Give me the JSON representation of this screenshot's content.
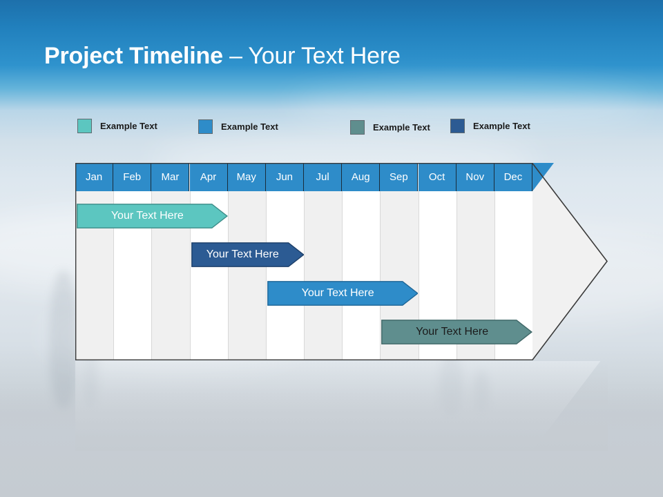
{
  "slide": {
    "title_strong": "Project Timeline",
    "title_separator": " – ",
    "title_light": "Your Text Here",
    "background": {
      "sky_top_color": "#1d70ab",
      "sky_mid_color": "#dde7ef",
      "ground_color": "#c5cbd1"
    }
  },
  "legend": {
    "items": [
      {
        "label": "Example Text",
        "color": "#5cc6c0",
        "swatch_name": "legend-swatch-teal"
      },
      {
        "label": "Example Text",
        "color": "#2e8cc9",
        "swatch_name": "legend-swatch-blue"
      },
      {
        "label": "Example Text",
        "color": "#5f8e8e",
        "swatch_name": "legend-swatch-grey-teal"
      },
      {
        "label": "Example Text",
        "color": "#2c5b93",
        "swatch_name": "legend-swatch-navy"
      }
    ]
  },
  "timeline": {
    "header_color": "#2e8cc9",
    "header_text_color": "#ffffff",
    "body_color_odd": "#f0f0f0",
    "body_color_even": "#ffffff",
    "arrow_fill": "#f1f1f1",
    "arrow_stroke": "#3a3a3a",
    "months": [
      "Jan",
      "Feb",
      "Mar",
      "Apr",
      "May",
      "Jun",
      "Jul",
      "Aug",
      "Sep",
      "Oct",
      "Nov",
      "Dec"
    ],
    "bars": [
      {
        "label": "Your  Text Here",
        "start_month": "Jan",
        "end_month": "Apr",
        "color": "#5cc6c0",
        "stroke": "#3d8c88",
        "text_color": "#ffffff",
        "row": 1
      },
      {
        "label": "Your  Text Here",
        "start_month": "Apr",
        "end_month": "Jun",
        "color": "#2c5b93",
        "stroke": "#1d3f68",
        "text_color": "#ffffff",
        "row": 2
      },
      {
        "label": "Your  Text Here",
        "start_month": "Jun",
        "end_month": "Sep",
        "color": "#2e8cc9",
        "stroke": "#1e6595",
        "text_color": "#ffffff",
        "row": 3
      },
      {
        "label": "Your  Text Here",
        "start_month": "Sep",
        "end_month": "Dec",
        "color": "#5f8e8e",
        "stroke": "#3f6767",
        "text_color": "#1b1b1b",
        "row": 4
      }
    ]
  }
}
